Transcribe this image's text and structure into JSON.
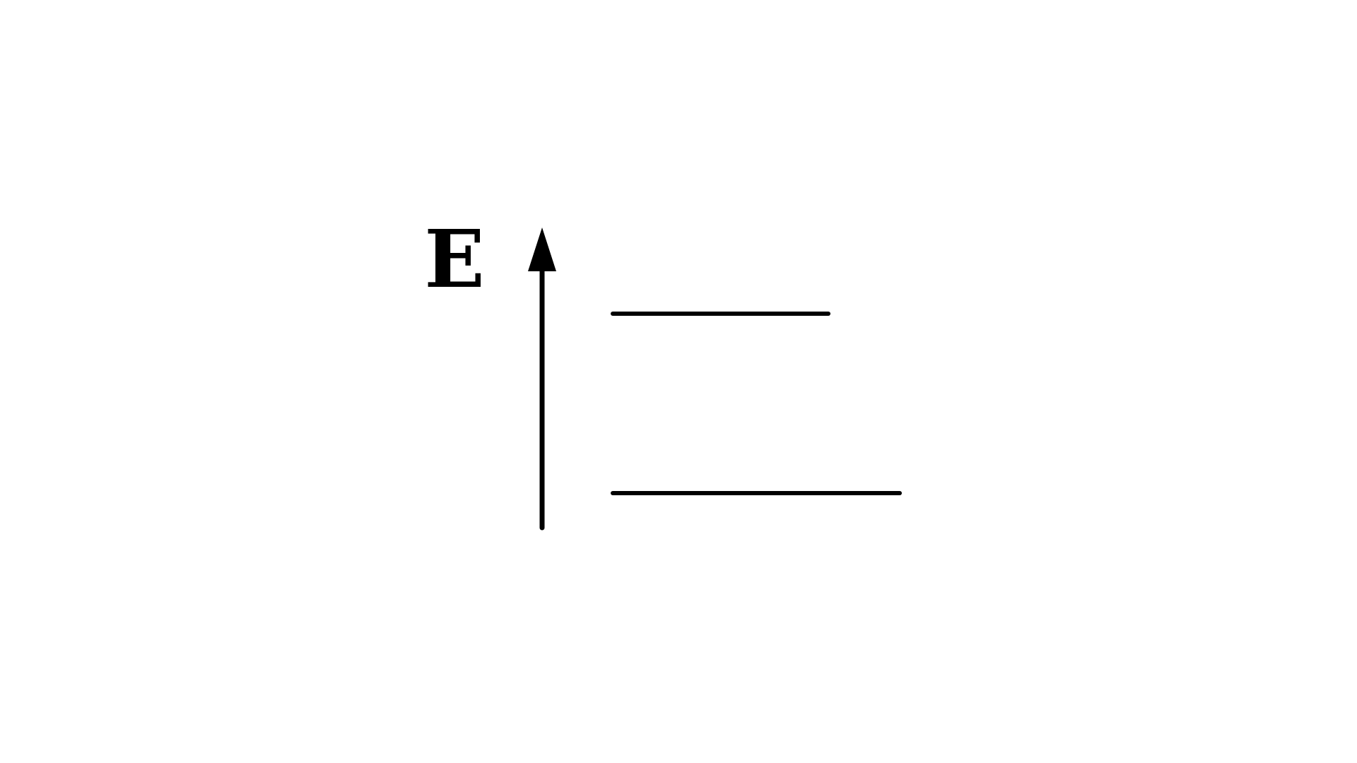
{
  "diagram": {
    "type": "energy-level-diagram",
    "axis_label": "E",
    "axis_direction": "up",
    "levels": [
      {
        "id": "upper-level"
      },
      {
        "id": "lower-level"
      }
    ],
    "colors": {
      "background": "#ffffff",
      "ink": "#000000"
    }
  }
}
